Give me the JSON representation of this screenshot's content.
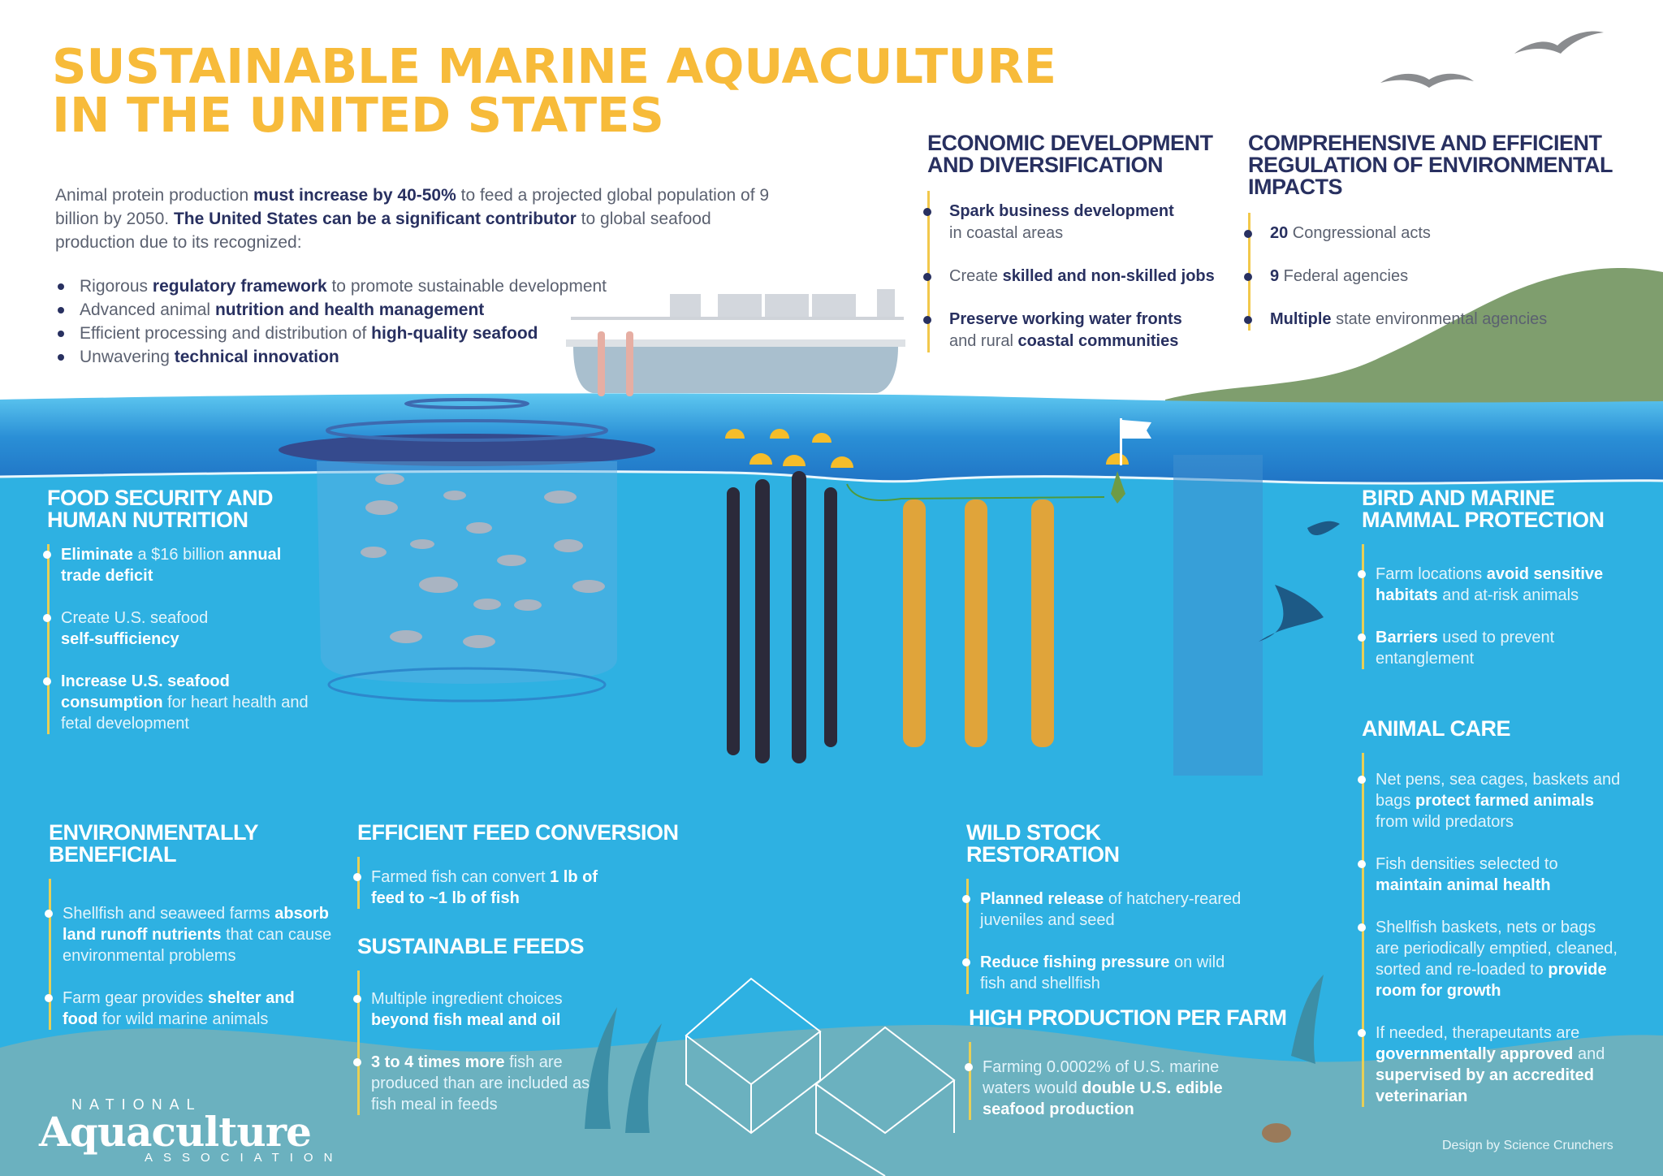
{
  "title": {
    "line1": "SUSTAINABLE MARINE AQUACULTURE",
    "line2": "IN THE UNITED STATES"
  },
  "intro": {
    "segments": [
      {
        "text": "Animal protein production ",
        "bold": false
      },
      {
        "text": "must increase by 40-50%",
        "bold": true
      },
      {
        "text": " to feed a projected global population of 9 billion by 2050. ",
        "bold": false
      },
      {
        "text": "The United States can be a significant contributor",
        "bold": true
      },
      {
        "text": " to global seafood production due to its recognized:",
        "bold": false
      }
    ],
    "bullets": [
      {
        "pre": "Rigorous ",
        "bold": "regulatory framework",
        "post": " to promote sustainable development"
      },
      {
        "pre": "Advanced animal ",
        "bold": "nutrition and health management",
        "post": ""
      },
      {
        "pre": "Efficient processing and distribution of ",
        "bold": "high-quality seafood",
        "post": ""
      },
      {
        "pre": "Unwavering ",
        "bold": "technical innovation",
        "post": ""
      }
    ]
  },
  "sections": {
    "economic": {
      "heading_1": "ECONOMIC DEVELOPMENT",
      "heading_2": "AND DIVERSIFICATION",
      "items": [
        {
          "a": "Spark business development",
          "b": "in coastal areas"
        },
        {
          "a": "Create ",
          "b": "skilled and non-skilled jobs"
        },
        {
          "a": "Preserve working water fronts",
          "b": "and rural ",
          "c": "coastal communities"
        }
      ]
    },
    "regulation": {
      "heading_1": "COMPREHENSIVE AND EFFICIENT",
      "heading_2": "REGULATION OF ENVIRONMENTAL",
      "heading_3": "IMPACTS",
      "items": [
        {
          "bold": "20",
          "text": " Congressional acts"
        },
        {
          "bold": "9",
          "text": " Federal agencies"
        },
        {
          "bold": "Multiple",
          "text": " state environmental agencies"
        }
      ]
    },
    "food_security": {
      "heading_1": "FOOD SECURITY AND",
      "heading_2": "HUMAN NUTRITION",
      "items": [
        {
          "b1": "Eliminate",
          "t1": " a $16 billion ",
          "b2": "annual trade deficit"
        },
        {
          "t1": "Create U.S. seafood ",
          "b1": "self-sufficiency"
        },
        {
          "b1": "Increase U.S. seafood consumption",
          "t1": " for heart health and fetal development"
        }
      ]
    },
    "bird_mammal": {
      "heading_1": "BIRD AND MARINE",
      "heading_2": "MAMMAL PROTECTION",
      "items": [
        {
          "t1": "Farm locations ",
          "b1": "avoid sensitive habitats",
          "t2": " and at-risk animals"
        },
        {
          "b1": "Barriers",
          "t1": " used to prevent entanglement"
        }
      ]
    },
    "animal_care": {
      "heading": "ANIMAL CARE",
      "items": [
        {
          "t1": "Net pens, sea cages, baskets and bags ",
          "b1": "protect farmed animals",
          "t2": " from wild predators"
        },
        {
          "t1": "Fish densities selected to ",
          "b1": "maintain animal health"
        },
        {
          "t1": "Shellfish baskets, nets or bags are periodically emptied, cleaned, sorted and re-loaded to ",
          "b1": "provide room for growth"
        },
        {
          "t1": "If needed, therapeutants are ",
          "b1": "governmentally approved",
          "t2": " and ",
          "b2": "supervised by an accredited veterinarian"
        }
      ]
    },
    "environmental": {
      "heading_1": "ENVIRONMENTALLY",
      "heading_2": "BENEFICIAL",
      "items": [
        {
          "t1": "Shellfish and seaweed farms ",
          "b1": "absorb land runoff nutrients",
          "t2": " that can cause environmental problems"
        },
        {
          "t1": "Farm gear provides ",
          "b1": "shelter and food",
          "t2": " for wild marine animals"
        }
      ]
    },
    "feed_conversion": {
      "heading": "EFFICIENT FEED CONVERSION",
      "items": [
        {
          "t1": "Farmed fish can convert ",
          "b1": "1 lb of feed to ~1 lb of fish"
        }
      ]
    },
    "sustainable_feeds": {
      "heading": "SUSTAINABLE FEEDS",
      "items": [
        {
          "t1": "Multiple ingredient  choices ",
          "b1": "beyond fish meal and oil"
        },
        {
          "b1": "3 to 4 times more",
          "t1": " fish are produced than are included as fish meal in feeds"
        }
      ]
    },
    "wild_stock": {
      "heading": "WILD STOCK RESTORATION",
      "items": [
        {
          "b1": "Planned release",
          "t1": " of hatchery-reared juveniles and seed"
        },
        {
          "b1": "Reduce fishing pressure",
          "t1": " on wild fish and shellfish"
        }
      ]
    },
    "high_production": {
      "heading": "HIGH PRODUCTION PER FARM",
      "items": [
        {
          "t1": "Farming 0.0002% of U.S. marine waters would ",
          "b1": "double U.S. edible seafood production"
        }
      ]
    }
  },
  "logo": {
    "top": "NATIONAL",
    "main": "Aquaculture",
    "bottom": "ASSOCIATION"
  },
  "credit": "Design by Science Crunchers",
  "colors": {
    "title": "#f7bb3a",
    "navy": "#283060",
    "ocean": "#2eb1e2",
    "ocean_top": "#1e7fcf",
    "seabed": "#6bb1bf",
    "land": "#7f9e6e",
    "accent_line": "#f2c84b"
  }
}
